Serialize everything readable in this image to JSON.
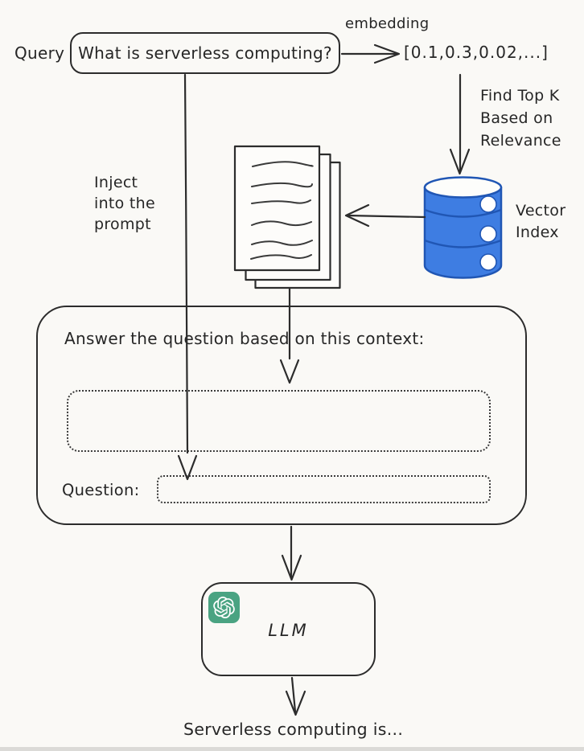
{
  "diagram": {
    "query_label": "Query",
    "query_text": "What is serverless computing?",
    "embedding_label": "embedding",
    "embedding_vector": "[0.1,0.3,0.02,...]",
    "find_top_k": "Find Top K\nBased on\nRelevance",
    "vector_index": "Vector\nIndex",
    "inject_prompt": "Inject\ninto the\nprompt",
    "prompt_instruction": "Answer the question based on this context:",
    "question_label": "Question:",
    "llm_label": "LLM",
    "output_text": "Serverless computing is...",
    "icons": {
      "documents": "documents-stack-icon",
      "vector_db": "vector-database-icon",
      "openai": "openai-logo-icon",
      "arrows": [
        "query-to-embedding-arrow",
        "embedding-to-db-arrow",
        "db-to-documents-arrow",
        "query-to-question-arrow",
        "documents-to-context-arrow",
        "prompt-to-llm-arrow",
        "llm-to-output-arrow"
      ]
    },
    "colors": {
      "ink": "#2c2c2c",
      "db_fill": "#3e7de2",
      "db_stroke": "#2056b4",
      "openai_green": "#4aa382",
      "background": "#faf9f6"
    }
  }
}
